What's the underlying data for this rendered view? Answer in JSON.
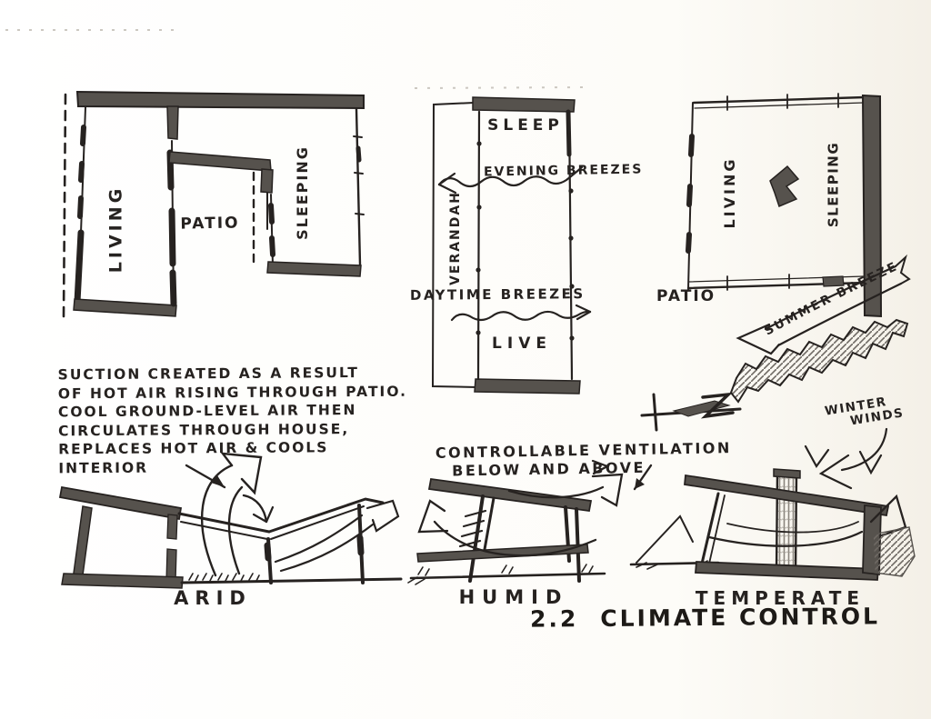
{
  "colors": {
    "ink": "#262220",
    "wall": "#56524d",
    "paper": "#fbfaf6"
  },
  "plans": {
    "courtyard": {
      "living": "LIVING",
      "patio": "PATIO",
      "sleeping": "SLEEPING"
    },
    "verandah": {
      "sleep": "SLEEP",
      "verandah": "VERANDAH",
      "live": "LIVE",
      "evening": "EVENING BREEZES",
      "daytime": "DAYTIME BREEZES"
    },
    "compact": {
      "living": "LIVING",
      "sleeping": "SLEEPING",
      "patio": "PATIO",
      "summer": "SUMMER BREEZES",
      "winter_line1": "WINTER",
      "winter_line2": "WINDS"
    }
  },
  "notes": {
    "suction_lines": [
      "SUCTION CREATED AS A RESULT",
      "OF HOT AIR RISING THROUGH PATIO.",
      "COOL GROUND-LEVEL AIR THEN",
      "CIRCULATES THROUGH HOUSE,",
      "REPLACES HOT AIR & COOLS",
      "INTERIOR"
    ],
    "ventilation_lines": [
      "CONTROLLABLE VENTILATION",
      "BELOW AND ABOVE"
    ]
  },
  "sections": {
    "arid": "ARID",
    "humid": "HUMID",
    "temperate": "TEMPERATE"
  },
  "title": {
    "number": "2.2",
    "text": "CLIMATE CONTROL"
  }
}
